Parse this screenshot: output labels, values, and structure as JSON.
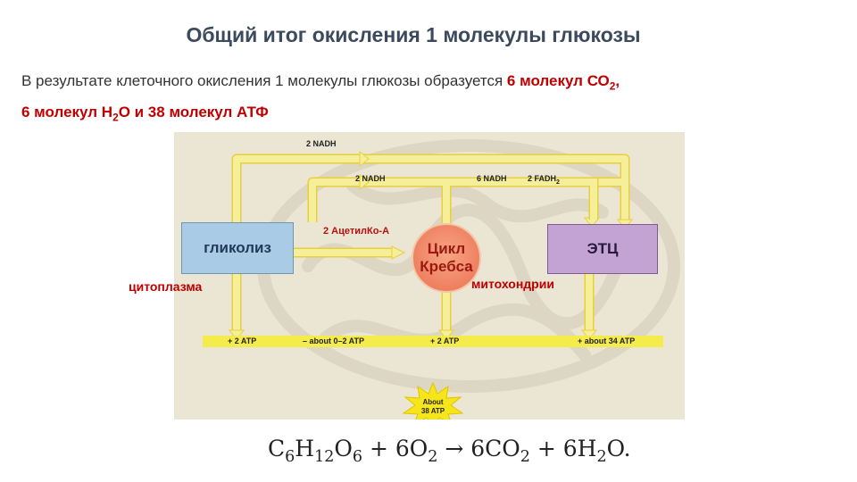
{
  "title": "Общий итог окисления 1 молекулы глюкозы",
  "intro": {
    "text": "В результате клеточного окисления 1 молекулы глюкозы образуется ",
    "co2_main": "6 молекул СО",
    "co2_sub": "2",
    "co2_after": ",",
    "h2o_main": "6 молекул Н",
    "h2o_sub": "2",
    "h2o_after": "О и 38 молекул АТФ"
  },
  "diagram": {
    "glycolysis": "гликолиз",
    "krebs_line1": "Цикл",
    "krebs_line2": "Кребса",
    "etc": "ЭТЦ",
    "acetyl": "2 АцетилКо-А",
    "cytoplasm": "цитоплазма",
    "mitochondria": "митохондрии",
    "nadh_top": "2 NADH",
    "nadh_mid": "2 NADH",
    "nadh_six": "6 NADH",
    "fadh_main": "2 FADH",
    "fadh_sub": "2",
    "atp_labels": [
      "+ 2 ATP",
      "– about 0–2 ATP",
      "+ 2 ATP",
      "+ about 34 ATP"
    ],
    "star_line1": "About",
    "star_line2": "38 ATP",
    "colors": {
      "arrow": "#f6ef9a",
      "arrow_edge": "#e9cf3d",
      "atp_bar": "#f4ec4a",
      "glycolysis": "#a9cbe6",
      "etc": "#c3a3d4",
      "krebs": "#ee8060"
    }
  },
  "equation": {
    "c": "C",
    "c_sub": "6",
    "h": "H",
    "h_sub": "12",
    "o": "O",
    "o_sub": "6",
    "plus1": " + 6O",
    "o2_sub": "2",
    "arrow": " → 6CO",
    "co2_sub": "2",
    "plus2": " + 6H",
    "h2o_sub": "2",
    "tail": "O."
  }
}
